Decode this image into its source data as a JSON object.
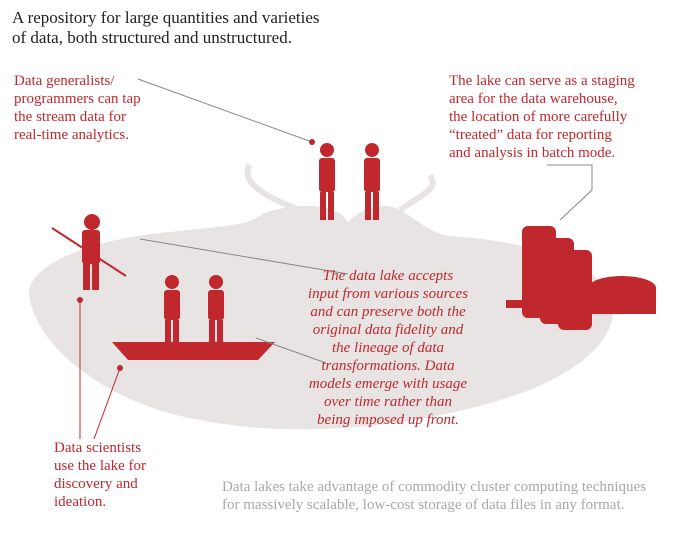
{
  "title": "A repository for large quantities and varieties\nof data, both structured and unstructured.",
  "callouts": {
    "generalists": "Data generalists/\nprogrammers can tap\nthe stream data for\nreal-time analytics.",
    "staging": "The lake can serve as a staging\narea for the data warehouse,\nthe location of more carefully\n“treated” data for reporting\nand analysis in batch mode.",
    "center": "The data lake accepts\ninput from various sources\nand can preserve both the\noriginal data fidelity and\nthe lineage of data\ntransformations. Data\nmodels emerge with usage\nover time rather than\nbeing imposed up front.",
    "scientists": "Data scientists\nuse the lake for\ndiscovery and\nideation.",
    "footer": "Data lakes take advantage of commodity cluster computing techniques\nfor massively scalable, low-cost storage of data files in any format."
  },
  "colors": {
    "accent": "#c0282d",
    "lake": "#e8e4e3",
    "text": "#222222",
    "muted": "#a9a9a9"
  }
}
